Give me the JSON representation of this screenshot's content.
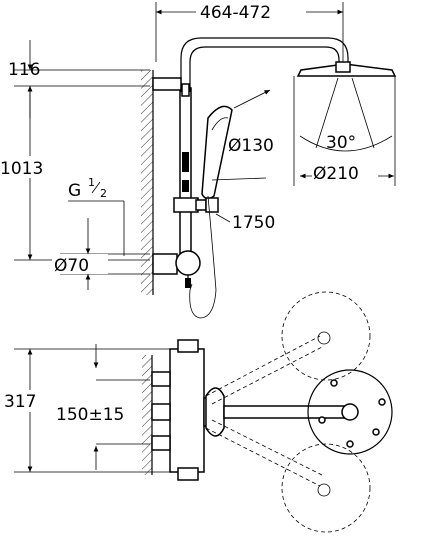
{
  "dimensions": {
    "width_arm": "464-472",
    "height_head": "116",
    "height_rail": "1013",
    "thread": "G",
    "thread_num": "1",
    "thread_den": "2",
    "diam_flange": "Ø70",
    "diam_hand": "Ø130",
    "angle": "30°",
    "diam_head": "Ø210",
    "hose_len": "1750",
    "depth": "317",
    "spacing": "150±15"
  }
}
